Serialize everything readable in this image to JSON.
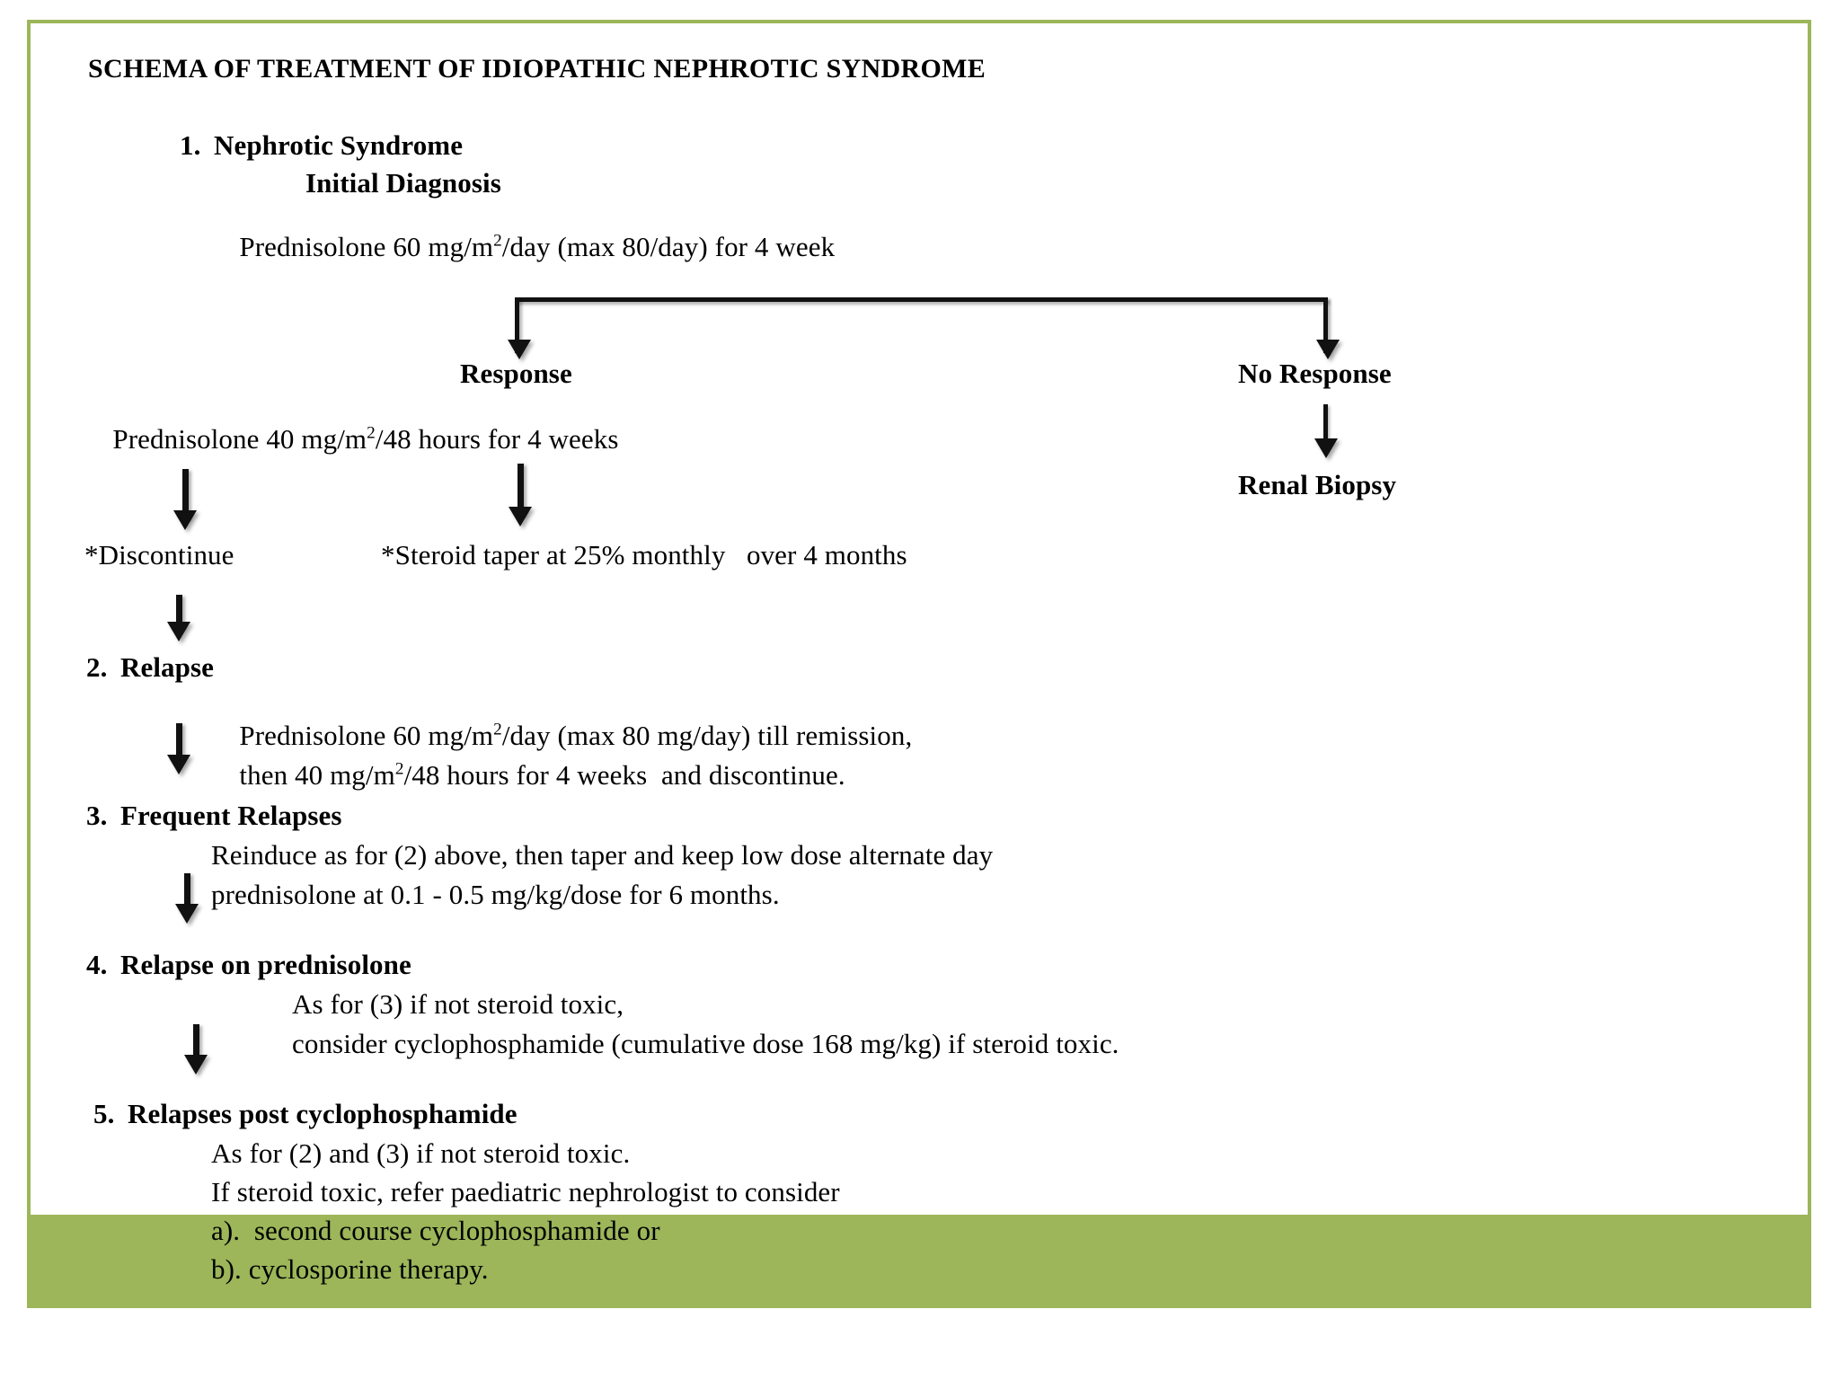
{
  "document": {
    "title": "SCHEMA OF TREATMENT OF IDIOPATHIC NEPHROTIC SYNDROME",
    "frame_color": "#9cb659",
    "band_color": "#9cb659",
    "text_color": "#000000"
  },
  "step1": {
    "number": "1.",
    "heading": "Nephrotic Syndrome",
    "subheading": "Initial Diagnosis",
    "dose_pre": "Prednisolone 60 mg/m",
    "dose_sup": "2",
    "dose_post": "/day (max 80/day) for 4 week"
  },
  "branch": {
    "response_label": "Response",
    "no_response_label": "No Response",
    "renal_biopsy_label": "Renal Biopsy"
  },
  "response_arm": {
    "dose_pre": "Prednisolone 40 mg/m",
    "dose_sup": "2",
    "dose_post": "/48 hours for 4 weeks",
    "discontinue": "*Discontinue",
    "taper": "*Steroid taper at 25% monthly   over 4 months"
  },
  "step2": {
    "number": "2.",
    "heading": "Relapse",
    "line1_pre": "Prednisolone 60 mg/m",
    "line1_sup": "2",
    "line1_post": "/day (max 80 mg/day) till remission,",
    "line2_pre": "then 40 mg/m",
    "line2_sup": "2",
    "line2_post": "/48 hours for 4 weeks  and discontinue."
  },
  "step3": {
    "number": "3.",
    "heading": "Frequent Relapses",
    "line1": "Reinduce as for (2) above, then taper and keep low dose alternate day",
    "line2": "prednisolone at 0.1 - 0.5 mg/kg/dose for 6 months."
  },
  "step4": {
    "number": "4.",
    "heading": "Relapse on prednisolone",
    "line1": "As for (3) if not steroid toxic,",
    "line2": "consider cyclophosphamide (cumulative dose 168 mg/kg) if steroid toxic."
  },
  "step5": {
    "number": "5.",
    "heading": "Relapses post cyclophosphamide",
    "line1": "As for (2) and (3) if not steroid toxic.",
    "line2": "If steroid toxic, refer paediatric nephrologist to consider",
    "line3": "a).  second course cyclophosphamide or",
    "line4": "b). cyclosporine therapy."
  }
}
